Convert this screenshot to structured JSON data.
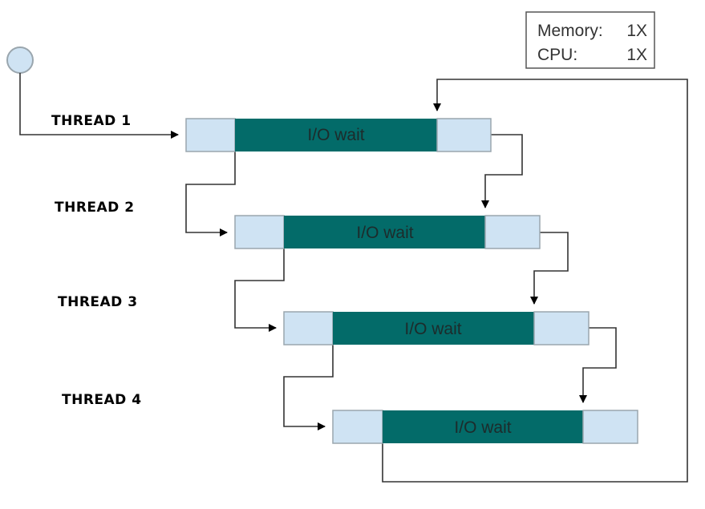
{
  "diagram": {
    "title": "Multi-threaded I/O wait execution",
    "legend": {
      "memory_label": "Memory:",
      "memory_value": "1X",
      "cpu_label": "CPU:",
      "cpu_value": "1X"
    },
    "threads": [
      {
        "label": "THREAD 1",
        "segment_label": "I/O wait"
      },
      {
        "label": "THREAD 2",
        "segment_label": "I/O wait"
      },
      {
        "label": "THREAD 3",
        "segment_label": "I/O wait"
      },
      {
        "label": "THREAD 4",
        "segment_label": "I/O wait"
      }
    ],
    "colors": {
      "cpu_segment": "#cfe3f3",
      "io_segment": "#036b69",
      "segment_border": "#9aa6ae",
      "start_node": "#cfe3f3",
      "connector": "#333333",
      "arrowhead": "#000000"
    }
  }
}
